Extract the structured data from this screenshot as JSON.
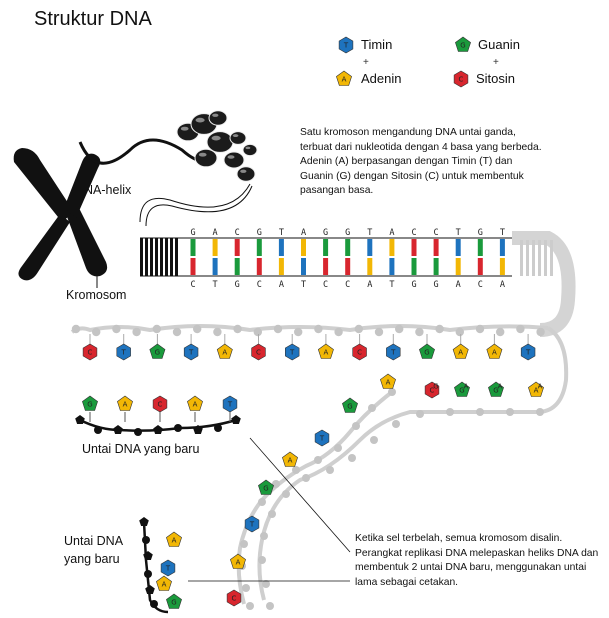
{
  "title": "Struktur DNA",
  "legend": {
    "timin": {
      "label": "Timin",
      "letter": "T",
      "color": "#1e73be"
    },
    "adenin": {
      "label": "Adenin",
      "letter": "A",
      "color": "#f2b705"
    },
    "guanin": {
      "label": "Guanin",
      "letter": "G",
      "color": "#1a9a3c"
    },
    "sitosin": {
      "label": "Sitosin",
      "letter": "C",
      "color": "#d8262e"
    },
    "plus": "+"
  },
  "labels": {
    "dna_helix": "DNA-helix",
    "kromosom": "Kromosom",
    "new_strand_1": "Untai DNA yang baru",
    "new_strand_2_line1": "Untai DNA",
    "new_strand_2_line2": "yang baru"
  },
  "descriptions": {
    "top": "Satu kromoson mengandung DNA untai ganda, terbuat dari nukleotida dengan 4 basa yang berbeda. Adenin (A) berpasangan dengan Timin (T) dan Guanin (G) dengan Sitosin (C) untuk membentuk pasangan basa.",
    "bottom": "Ketika sel terbelah, semua kromosom disalin. Perangkat replikasi DNA melepaskan heliks DNA dan membentuk 2 untai DNA baru, menggunakan untai lama sebagai cetakan."
  },
  "ladder": {
    "top_letters": [
      "G",
      "A",
      "C",
      "G",
      "T",
      "A",
      "G",
      "G",
      "T",
      "A",
      "C",
      "C",
      "T",
      "G",
      "T"
    ],
    "bottom_letters": [
      "C",
      "T",
      "G",
      "C",
      "A",
      "T",
      "C",
      "C",
      "A",
      "T",
      "G",
      "G",
      "A",
      "C",
      "A"
    ]
  },
  "template_bases": [
    "C",
    "T",
    "G",
    "T",
    "A",
    "C",
    "T",
    "A",
    "C",
    "T",
    "G",
    "A",
    "A",
    "T"
  ],
  "new_strand_bases": [
    "G",
    "A",
    "C",
    "A",
    "T"
  ],
  "colors": {
    "T": "#1e73be",
    "A": "#f2b705",
    "G": "#1a9a3c",
    "C": "#d8262e",
    "backbone_gray": "#c8c8c8",
    "ink": "#111111"
  }
}
